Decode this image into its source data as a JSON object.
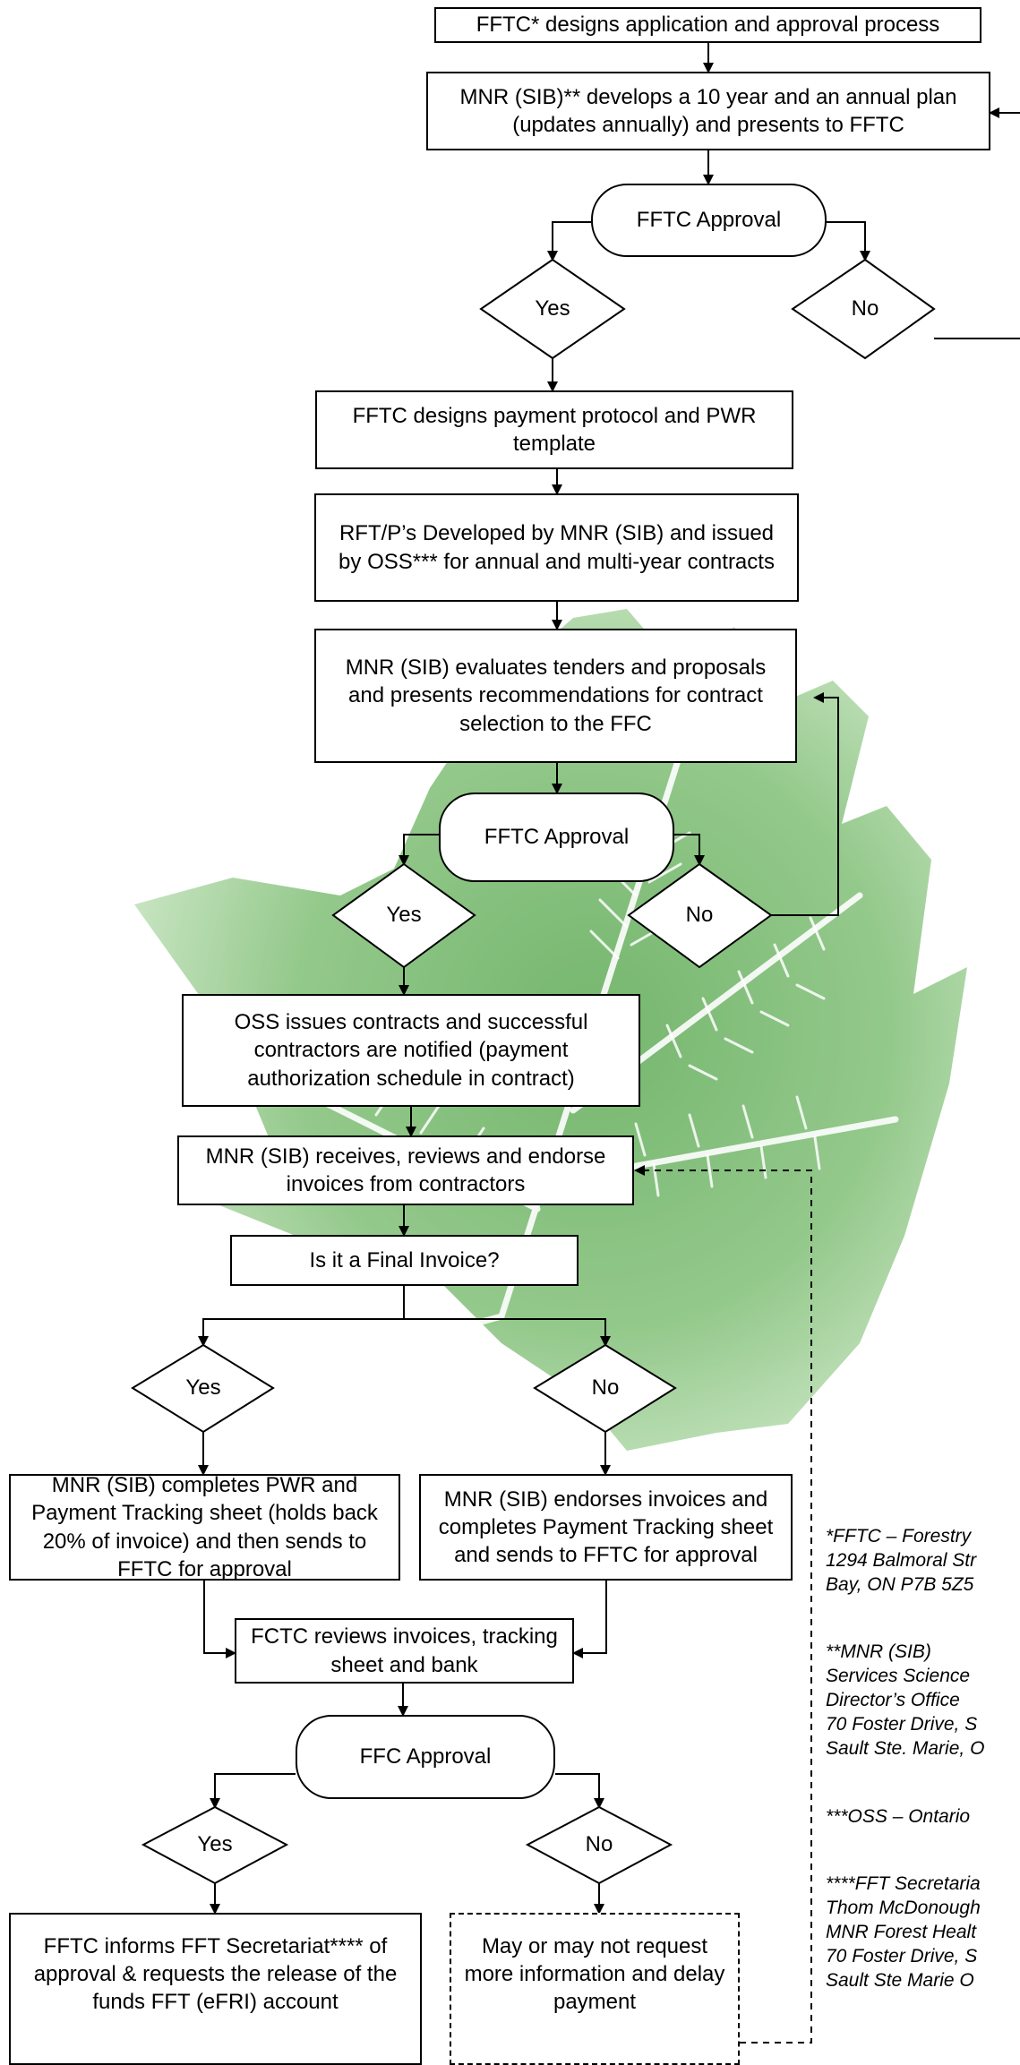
{
  "flow": {
    "design_process": "FFTC* designs application and approval process",
    "develop_plan": "MNR (SIB)** develops a 10 year and an annual plan (updates annually) and presents to FFTC",
    "approval1": "FFTC Approval",
    "approval1_yes": "Yes",
    "approval1_no": "No",
    "payment_protocol": "FFTC designs payment protocol and PWR template",
    "rfp": "RFT/P’s Developed by MNR (SIB) and issued by OSS*** for annual and multi-year contracts",
    "evaluate": "MNR (SIB) evaluates tenders and proposals and presents recommendations for contract selection to the FFC",
    "approval2": "FFTC Approval",
    "approval2_yes": "Yes",
    "approval2_no": "No",
    "issue_contracts": "OSS issues contracts and successful contractors are notified (payment authorization schedule in contract)",
    "receive_invoices": "MNR (SIB) receives, reviews and endorse invoices from contractors",
    "final_invoice": "Is it a Final Invoice?",
    "final_yes": "Yes",
    "final_no": "No",
    "complete_pwr": "MNR (SIB) completes PWR and Payment Tracking sheet (holds back 20% of invoice) and then sends to FFTC for approval",
    "endorse_invoices": "MNR (SIB) endorses invoices and completes Payment Tracking sheet and sends to FFTC for approval",
    "fctc_review": "FCTC reviews invoices, tracking sheet and bank",
    "approval3": "FFC Approval",
    "approval3_yes": "Yes",
    "approval3_no": "No",
    "inform_secretariat": "FFTC informs FFT Secretariat**** of approval & requests the release of the funds FFT (eFRI) account",
    "request_info": "May or may not request more information and delay payment"
  },
  "footnotes": {
    "n1_line1": "*FFTC – Forestry",
    "n1_line2": "1294 Balmoral Str",
    "n1_line3": "Bay, ON P7B 5Z5",
    "n2_line1": "**MNR (SIB)",
    "n2_line2": "Services Science",
    "n2_line3": "Director’s Office",
    "n2_line4": "70 Foster Drive, S",
    "n2_line5": "Sault Ste. Marie, O",
    "n3_line1": "***OSS – Ontario",
    "n4_line1": "****FFT Secretaria",
    "n4_line2": "Thom McDonough",
    "n4_line3": "MNR Forest Healt",
    "n4_line4": "70 Foster Drive, S",
    "n4_line5": "Sault Ste Marie O"
  },
  "colors": {
    "leaf_dark": "#5daa55",
    "leaf_light": "#a9d6a0",
    "vein": "#ffffff"
  }
}
